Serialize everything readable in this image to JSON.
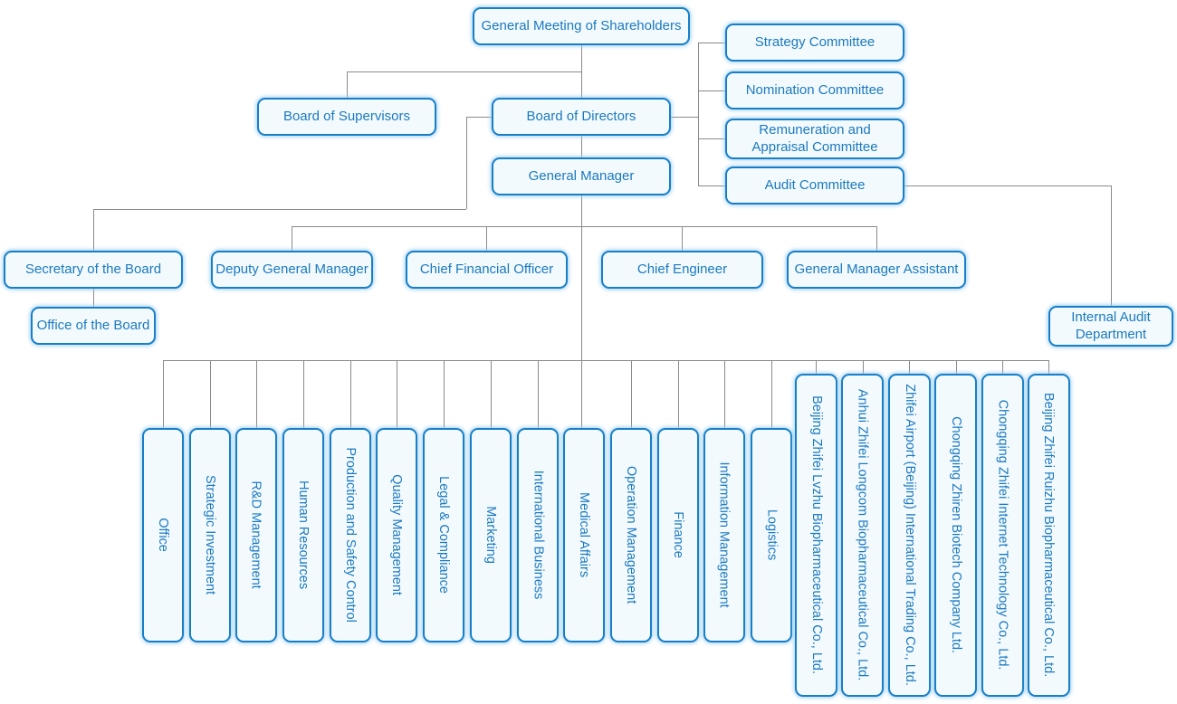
{
  "palette": {
    "node_border": "#177fc9",
    "node_fill": "#f3fafd",
    "node_text": "#1a79c1",
    "connector": "#8a8a8a",
    "glow": "#9ecfee"
  },
  "governance": {
    "general_meeting_of_shareholders": "General Meeting of Shareholders",
    "board_of_supervisors": "Board of Supervisors",
    "board_of_directors": "Board of Directors",
    "general_manager": "General Manager"
  },
  "board_committees": [
    "Strategy Committee",
    "Nomination Committee",
    "Remuneration and Appraisal Committee",
    "Audit Committee"
  ],
  "executives": [
    "Secretary of the Board",
    "Deputy General Manager",
    "Chief Financial Officer",
    "Chief Engineer",
    "General Manager Assistant"
  ],
  "offices": {
    "office_of_the_board": "Office of the Board",
    "internal_audit_department": "Internal Audit Department"
  },
  "departments": [
    "Office",
    "Strategic Investment",
    "R&D Management",
    "Human Resources",
    "Production and Safety Control",
    "Quality Management",
    "Legal & Compliance",
    "Marketing",
    "International Business",
    "Medical Affairs",
    "Operation Management",
    "Finance",
    "Information Management",
    "Logistics"
  ],
  "subsidiaries": [
    "Beijing Zhifei Lvzhu Biopharmaceutical Co., Ltd.",
    "Anhui Zhifei Longcom Biopharmaceutical Co., Ltd.",
    "Zhifei Airport (Beijing) International Trading Co., Ltd.",
    "Chongqing Zhiren Biotech Company Ltd.",
    "Chongqing Zhifei Internet Technology Co., Ltd.",
    "Beijing Zhifei Ruizhu Biopharmaceutical Co., Ltd."
  ]
}
